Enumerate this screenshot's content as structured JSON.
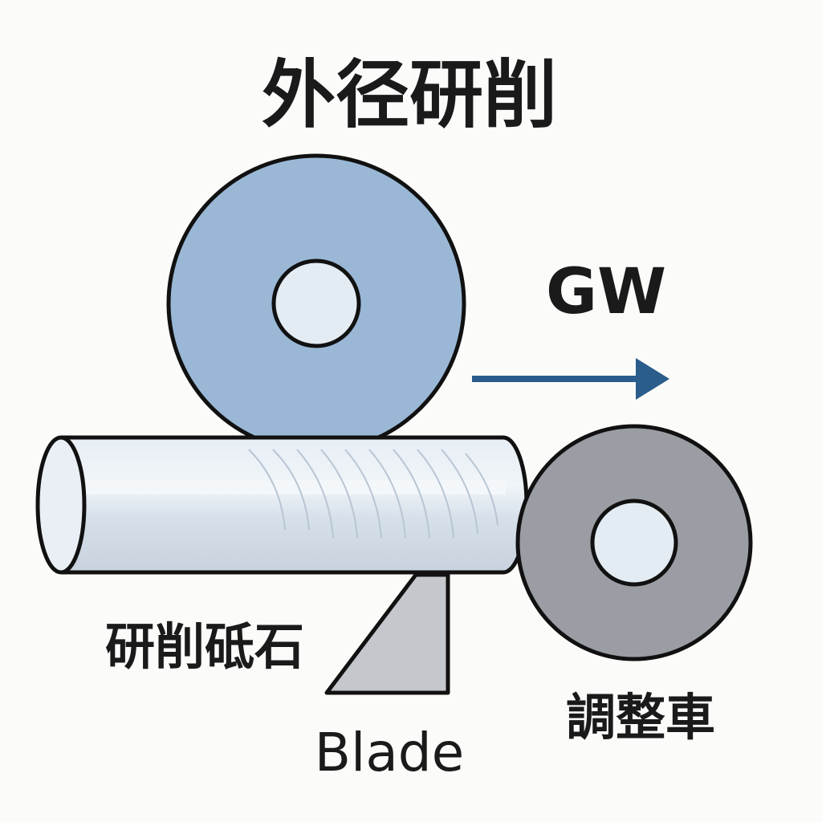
{
  "diagram": {
    "title": "外径研削",
    "labels": {
      "direction": "GW",
      "grinding_wheel": "研削砥石",
      "blade": "Blade",
      "regulating_wheel": "調整車"
    },
    "colors": {
      "background": "#fbfbf9",
      "outline": "#111111",
      "grinding_wheel": "#9ab8d6",
      "wheel_hub": "#e3ecf3",
      "workpiece": "#d9e2ec",
      "workpiece_highlight": "#eef3f8",
      "regulating_wheel": "#9a9da3",
      "blade": "#c4c7cc",
      "arrow": "#2a5d8c"
    }
  }
}
